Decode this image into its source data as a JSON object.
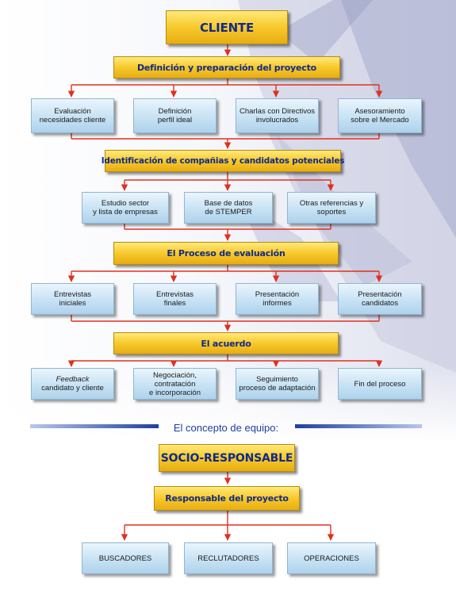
{
  "levels": {
    "cliente": "CLIENTE",
    "definicion": "Definición y preparación del proyecto",
    "identificacion": "Identificación de compañias y candidatos potenciales",
    "proceso": "El Proceso de evaluación",
    "acuerdo": "El acuerdo",
    "socio": "SOCIO-RESPONSABLE",
    "responsable": "Responsable del proyecto"
  },
  "definicion_items": [
    {
      "l1": "Evaluación",
      "l2": "necesidades cliente"
    },
    {
      "l1": "Definición",
      "l2": "perfil ideal"
    },
    {
      "l1": "Charlas con Directivos",
      "l2": "involucrados"
    },
    {
      "l1": "Asesoramiento",
      "l2": "sobre el Mercado"
    }
  ],
  "identificacion_items": [
    {
      "l1": "Estudio sector",
      "l2": "y lista de empresas"
    },
    {
      "l1": "Base de datos",
      "l2": "de STEMPER"
    },
    {
      "l1": "Otras referencias y",
      "l2": "soportes"
    }
  ],
  "proceso_items": [
    {
      "l1": "Entrevistas",
      "l2": "iniciales"
    },
    {
      "l1": "Entrevistas",
      "l2": "finales"
    },
    {
      "l1": "Presentación",
      "l2": "informes"
    },
    {
      "l1": "Presentación",
      "l2": "candidatos"
    }
  ],
  "acuerdo_items": [
    {
      "l1": "Feedback",
      "l2": "candidato y cliente"
    },
    {
      "l1": "Negociación,",
      "l2": "contratación",
      "l3": "e incorporación"
    },
    {
      "l1": "Seguimiento",
      "l2": "proceso de adaptación"
    },
    {
      "l1": "Fin del proceso"
    }
  ],
  "equipo_title": "El concepto de equipo:",
  "team_items": [
    "BUSCADORES",
    "RECLUTADORES",
    "OPERACIONES"
  ],
  "colors": {
    "connector": "#e0301e",
    "gold_box": "#f7c92b",
    "gold_text": "#0f2a8c",
    "blue_box": "#c7e2f4",
    "stripe": "#1e3fa0"
  }
}
